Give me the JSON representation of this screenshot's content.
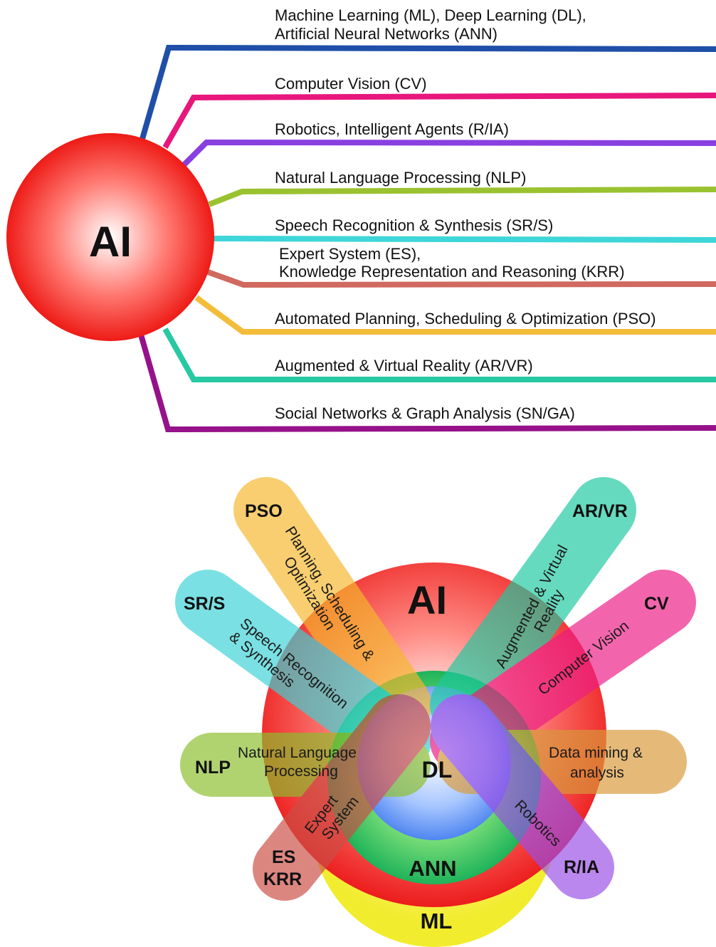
{
  "hub": {
    "label": "AI"
  },
  "branches": [
    {
      "lines": [
        "Machine Learning (ML), Deep Learning (DL),",
        "Artificial Neural Networks (ANN)"
      ],
      "color": "#1f4fa8"
    },
    {
      "lines": [
        "Computer Vision (CV)"
      ],
      "color": "#e8177c"
    },
    {
      "lines": [
        "Robotics, Intelligent Agents (R/IA)"
      ],
      "color": "#8a3fe0"
    },
    {
      "lines": [
        "Natural Language Processing (NLP)"
      ],
      "color": "#9ac230"
    },
    {
      "lines": [
        "Speech Recognition & Synthesis (SR/S)"
      ],
      "color": "#3ed6d8"
    },
    {
      "lines": [
        "Expert System (ES),",
        "Knowledge Representation and Reasoning (KRR)"
      ],
      "color": "#d0695f"
    },
    {
      "lines": [
        "Automated Planning, Scheduling & Optimization (PSO)"
      ],
      "color": "#f3bd3a"
    },
    {
      "lines": [
        "Augmented & Virtual Reality (AR/VR)"
      ],
      "color": "#27c9a2"
    },
    {
      "lines": [
        "Social Networks & Graph Analysis (SN/GA)"
      ],
      "color": "#96118a"
    }
  ],
  "venn": {
    "ai_label": "AI",
    "dl_label": "DL",
    "ann_label": "ANN",
    "ml_label": "ML",
    "petals": [
      {
        "abbr": "PSO",
        "desc": [
          "Planning, Scheduling &",
          "Optimization"
        ],
        "color": "#f5b72e"
      },
      {
        "abbr": "AR/VR",
        "desc": [
          "Augmented & Virtual",
          "Reality"
        ],
        "color": "#1fc9a0"
      },
      {
        "abbr": "SR/S",
        "desc": [
          "Speech Recognition",
          "& Synthesis"
        ],
        "color": "#3cd2d6"
      },
      {
        "abbr": "CV",
        "desc": [
          "Computer Vision"
        ],
        "color": "#ec1d86"
      },
      {
        "abbr": "NLP",
        "desc": [
          "Natural Language",
          "Processing"
        ],
        "color": "#8cbf2e"
      },
      {
        "abbr": "",
        "desc": [
          "Data mining &",
          "analysis"
        ],
        "color": "#d99a3a"
      },
      {
        "abbr": "ES KRR",
        "desc": [
          "Expert",
          "System"
        ],
        "color": "#cc4e45"
      },
      {
        "abbr": "R/IA",
        "desc": [
          "Robotics"
        ],
        "color": "#9a4fe6"
      }
    ]
  }
}
